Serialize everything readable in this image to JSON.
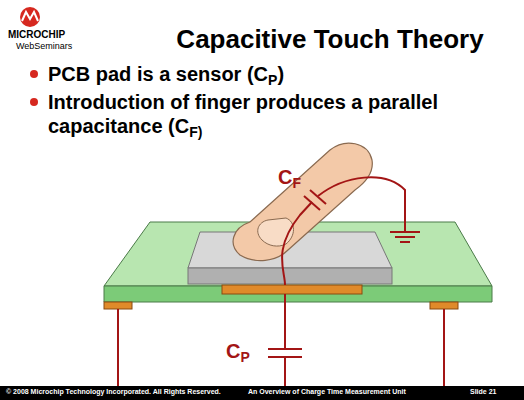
{
  "diagram": {
    "title": "Capacitive Touch Theory",
    "labels": [
      "MICROCHIP",
      "WebSeminars",
      "PCB pad is a sensor (C",
      "P",
      ")",
      "Introduction of finger produces a parallel capacitance (C",
      "F)",
      "C",
      "F",
      "C",
      "P",
      "© 2008 Microchip Technology Incorporated. All Rights Reserved.",
      "An Overview of Charge Time Measurement Unit",
      "Slide 21"
    ]
  }
}
